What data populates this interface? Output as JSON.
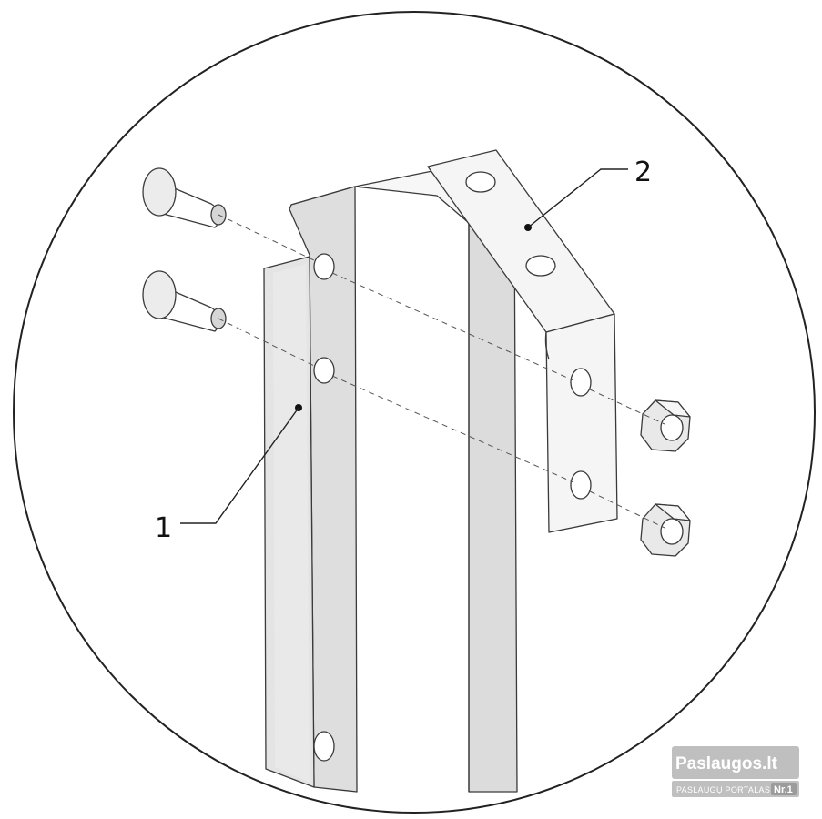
{
  "callouts": {
    "part1": "1",
    "part2": "2"
  },
  "watermark": {
    "title": "Paslaugos.lt",
    "subtitle": "PASLAUGŲ PORTALAS",
    "badge": "Nr.1"
  },
  "colors": {
    "line": "#3a3a3a",
    "face_light": "#f4f4f4",
    "face_shade": "#dcdcdc",
    "face_white": "#ffffff"
  }
}
